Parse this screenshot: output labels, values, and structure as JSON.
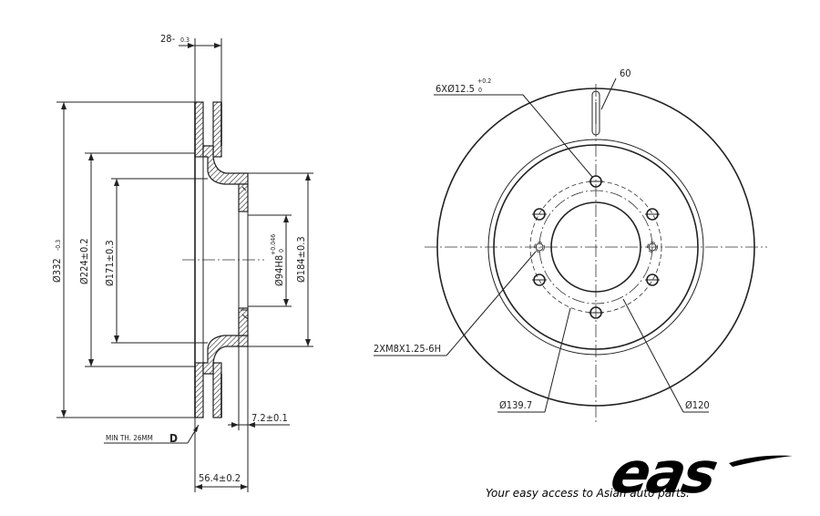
{
  "dimensions": {
    "thickness": "28-",
    "thickness_tol": "0.3",
    "outer_diameter": "Ø332",
    "outer_tol": "-0.3",
    "d224": "Ø224±0.2",
    "d171": "Ø171±0.3",
    "d94": "Ø94H8",
    "d94_tol_upper": "+0.046",
    "d94_tol_lower": "0",
    "d184": "Ø184±0.3",
    "hub_thickness": "7.2±0.1",
    "height": "56.4±0.2",
    "min_thickness": "MIN TH. 26MM",
    "min_marker": "D",
    "holes": "6XØ12.5",
    "holes_tol_upper": "+0.2",
    "holes_tol_lower": "0",
    "angle": "60",
    "thread": "2XM8X1.25-6H",
    "pcd_139": "Ø139.7",
    "pcd_120": "Ø120"
  },
  "brand": {
    "logo": "eas",
    "tagline": "Your easy access to Asian auto parts."
  }
}
